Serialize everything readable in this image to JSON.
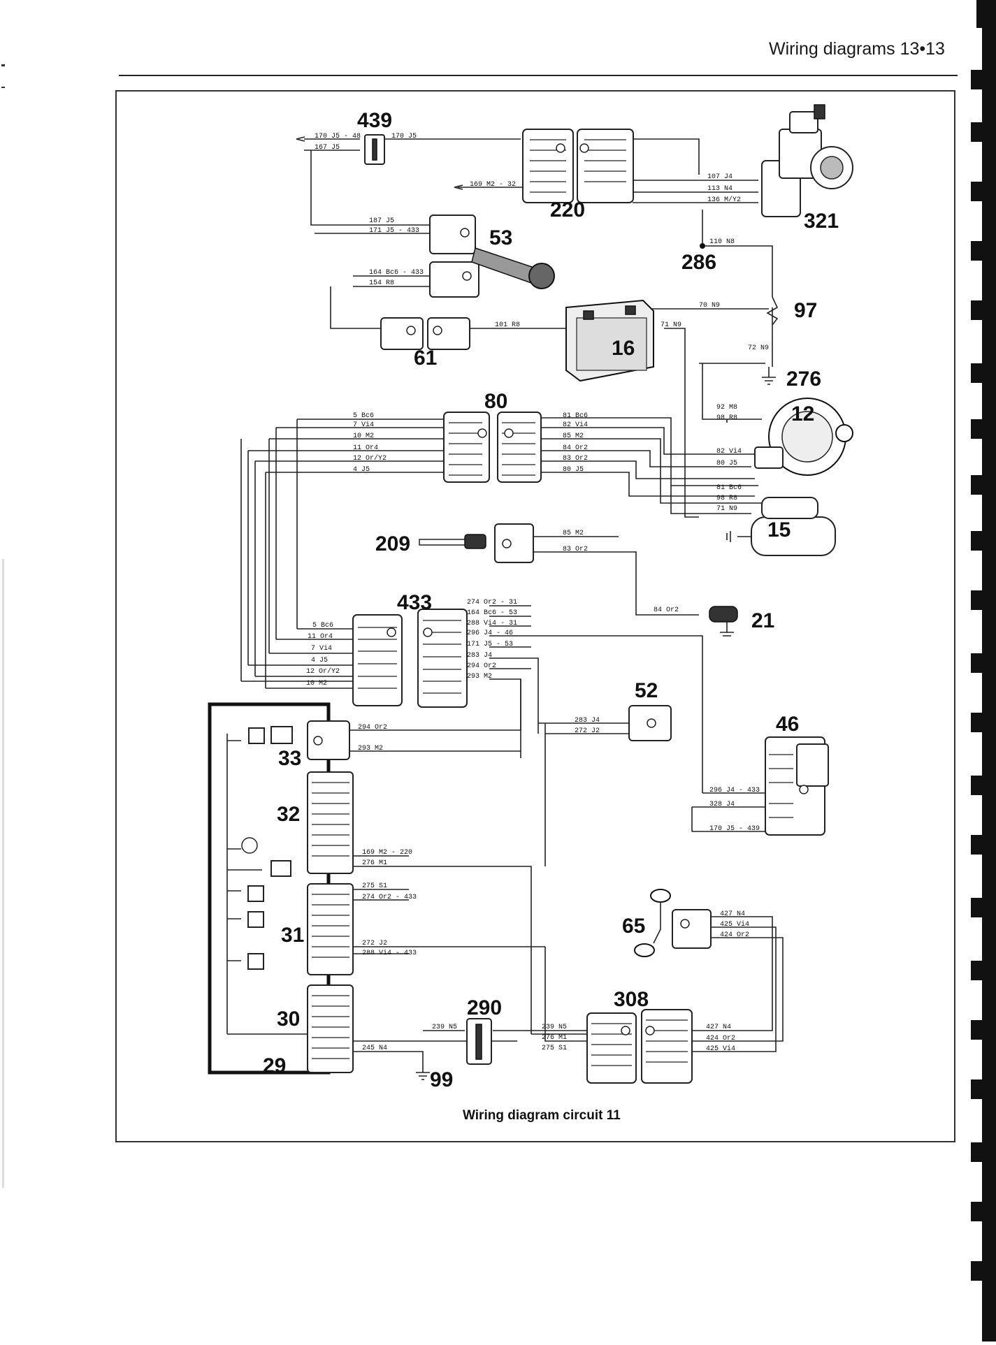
{
  "header": {
    "title": "Wiring diagrams",
    "page_number": "13•13"
  },
  "caption": "Wiring diagram circuit 11",
  "components": [
    "439",
    "220",
    "321",
    "53",
    "286",
    "97",
    "16",
    "61",
    "276",
    "80",
    "12",
    "15",
    "209",
    "433",
    "21",
    "52",
    "46",
    "33",
    "32",
    "31",
    "30",
    "29",
    "65",
    "290",
    "308",
    "99"
  ],
  "wire_labels": {
    "w170": "170 J5",
    "w170_439": "170 J5 - 48",
    "w167": "167 J5",
    "w169": "169 M2 - 32",
    "w107": "107 J4",
    "w113": "113 N4",
    "w136": "136 M/Y2",
    "w110": "110 N8",
    "w187": "187 J5",
    "w171": "171 J5 - 433",
    "w164": "164 Bc6 - 433",
    "w154": "154 R8",
    "w101": "101 R8",
    "w70": "70 N9",
    "w71": "71 N9",
    "w72": "72 N9",
    "w5": "5 Bc6",
    "w7": "7 Vi4",
    "w10": "10 M2",
    "w11": "11 Or4",
    "w12": "12 Or/Y2",
    "w4": "4 J5",
    "w81": "81 Bc6",
    "w82": "82 Vi4",
    "w85": "85 M2",
    "w84": "84 Or2",
    "w83": "83 Or2",
    "w80": "80 J5",
    "w92": "92 M8",
    "w98": "98 R8",
    "w82b": "82 Vi4",
    "w80b": "80 J5",
    "w81b": "81 Bc6",
    "w98b": "98 R8",
    "w71b": "71 N9",
    "w85b": "85 M2",
    "w83b": "83 Or2",
    "w84b": "84 Or2",
    "w5b": "5 Bc6",
    "w11b": "11 Or4",
    "w7b": "7 Vi4",
    "w4b": "4 J5",
    "w12b": "12 Or/Y2",
    "w10b": "10 M2",
    "w274": "274 Or2 - 31",
    "w164b": "164 Bc6 - 53",
    "w288": "288 Vi4 - 31",
    "w296": "296 J4 - 46",
    "w171b": "171 J5 - 53",
    "w283": "283 J4",
    "w294": "294 Or2",
    "w293": "293 M2",
    "w283b": "283 J4",
    "w272": "272 J2",
    "w294b": "294 Or2",
    "w293b": "293 M2",
    "w296b": "296 J4 - 433",
    "w328": "328 J4",
    "w170b": "170 J5 - 439",
    "w169b": "169 M2 - 220",
    "w276": "276 M1",
    "w275": "275 S1",
    "w274b": "274 Or2 - 433",
    "w272b": "272 J2",
    "w288b": "288 Vi4 - 433",
    "w239": "239 N5",
    "w245": "245 N4",
    "w239b": "239 N5",
    "w276b": "276 M1",
    "w275b": "275 S1",
    "w427": "427 N4",
    "w425": "425 Vi4",
    "w424": "424 Or2",
    "w427b": "427 N4",
    "w424b": "424 Or2",
    "w425b": "425 Vi4"
  },
  "colors": {
    "ink": "#111111",
    "paper": "#ffffff",
    "frame": "#333333"
  }
}
